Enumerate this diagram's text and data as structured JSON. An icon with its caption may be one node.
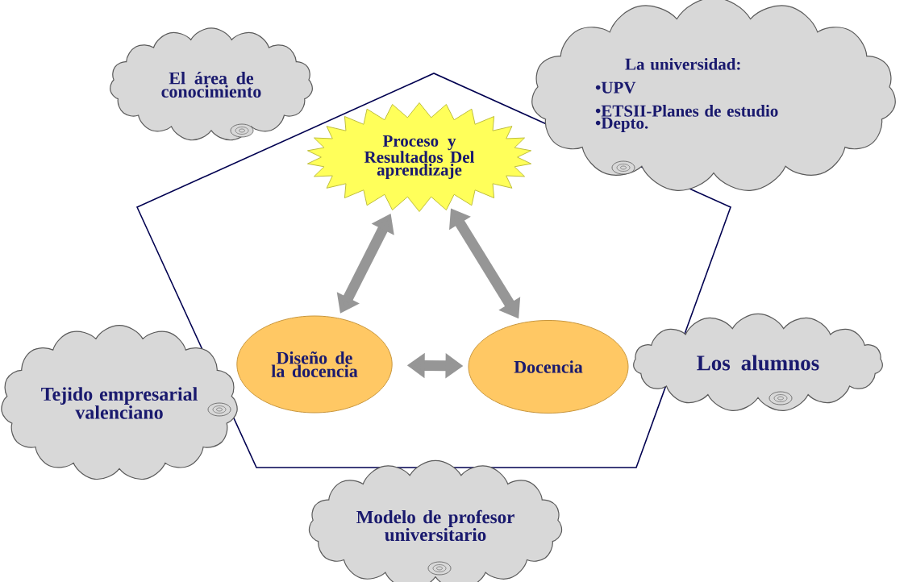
{
  "diagram": {
    "nodes": [
      {
        "text": [],
        "shape": "pentagon"
      },
      {
        "text": [
          "El área de conocimiento"
        ]
      },
      {
        "text": [
          "La universidad:",
          "•UPV",
          "•ETSII-Planes de estudio",
          "•Depto."
        ]
      },
      {
        "text": [
          "Proceso y Resultados Del aprendizaje"
        ],
        "in": 0
      },
      {
        "text": [
          "Diseño de la docencia"
        ],
        "in": 0
      },
      {
        "text": [
          "Docencia"
        ],
        "in": 0
      },
      {
        "text": [
          "Tejido empresarial valenciano"
        ]
      },
      {
        "text": [
          "Los alumnos"
        ]
      },
      {
        "text": [
          "Modelo de profesor universitario"
        ]
      }
    ],
    "edges": [
      {
        "from": 3,
        "to": 4,
        "arrow": "both"
      },
      {
        "from": 3,
        "to": 5,
        "arrow": "both"
      },
      {
        "from": 4,
        "to": 5,
        "arrow": "both"
      }
    ]
  }
}
